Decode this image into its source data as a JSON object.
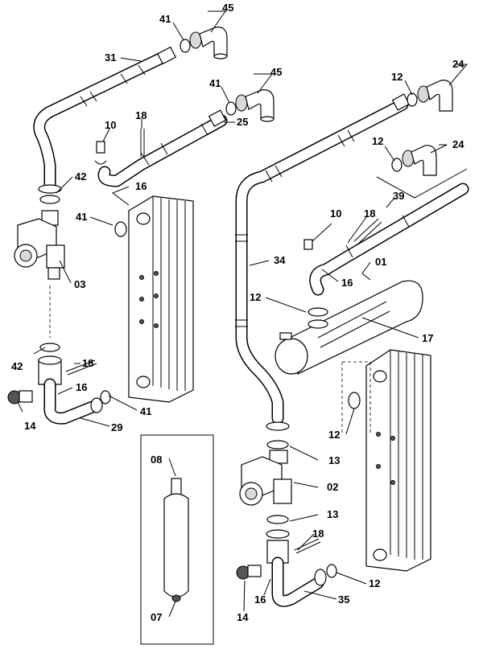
{
  "callouts": {
    "c41a": "41",
    "c45a": "45",
    "c31": "31",
    "c41b": "41",
    "c45b": "45",
    "c18a": "18",
    "c10a": "10",
    "c25": "25",
    "c42a": "42",
    "c16a": "16",
    "c41c": "41",
    "c03": "03",
    "c42b": "42",
    "c18b": "18",
    "c16b": "16",
    "c14a": "14",
    "c41d": "41",
    "c29": "29",
    "c12a": "12",
    "c24a": "24",
    "c12b": "12",
    "c24b": "24",
    "c39": "39",
    "c10b": "10",
    "c18c": "18",
    "c34": "34",
    "c16c": "16",
    "c01": "01",
    "c12c": "12",
    "c17": "17",
    "c12d": "12",
    "c13a": "13",
    "c02": "02",
    "c13b": "13",
    "c18d": "18",
    "c12e": "12",
    "c16d": "16",
    "c35": "35",
    "c14b": "14",
    "c08": "08",
    "c07": "07"
  }
}
